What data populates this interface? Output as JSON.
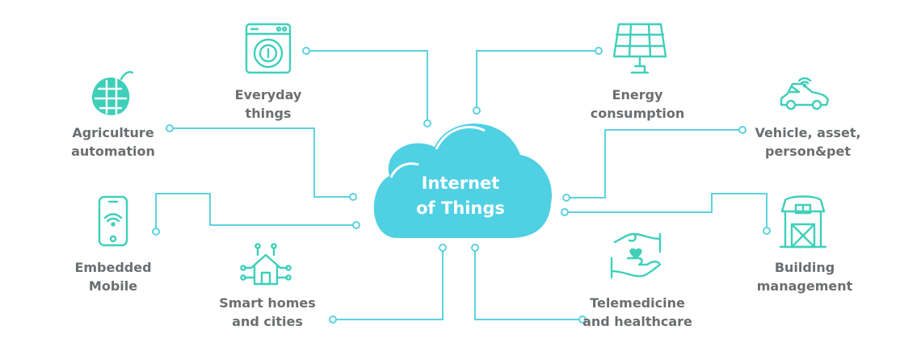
{
  "center": {
    "line1": "Internet",
    "line2": "of Things"
  },
  "nodes": {
    "everyday": {
      "line1": "Everyday",
      "line2": "things",
      "icon": "washing-machine-icon"
    },
    "energy": {
      "line1": "Energy",
      "line2": "consumption",
      "icon": "solar-panel-icon"
    },
    "agriculture": {
      "line1": "Agriculture",
      "line2": "automation",
      "icon": "hop-cone-icon"
    },
    "vehicle": {
      "line1": "Vehicle, asset,",
      "line2": "person&pet",
      "icon": "connected-car-icon"
    },
    "embedded": {
      "line1": "Embedded",
      "line2": "Mobile",
      "icon": "smartphone-wifi-icon"
    },
    "building": {
      "line1": "Building",
      "line2": "management",
      "icon": "barn-building-icon"
    },
    "smart_homes": {
      "line1": "Smart homes",
      "line2": "and cities",
      "icon": "smart-home-circuit-icon"
    },
    "telemedicine": {
      "line1": "Telemedicine",
      "line2": "and healthcare",
      "icon": "hands-heart-icon"
    }
  },
  "colors": {
    "cloud": "#4fd0e3",
    "line": "#5dd2e0",
    "icon": "#3fcfb9",
    "text": "#6b6e70"
  }
}
